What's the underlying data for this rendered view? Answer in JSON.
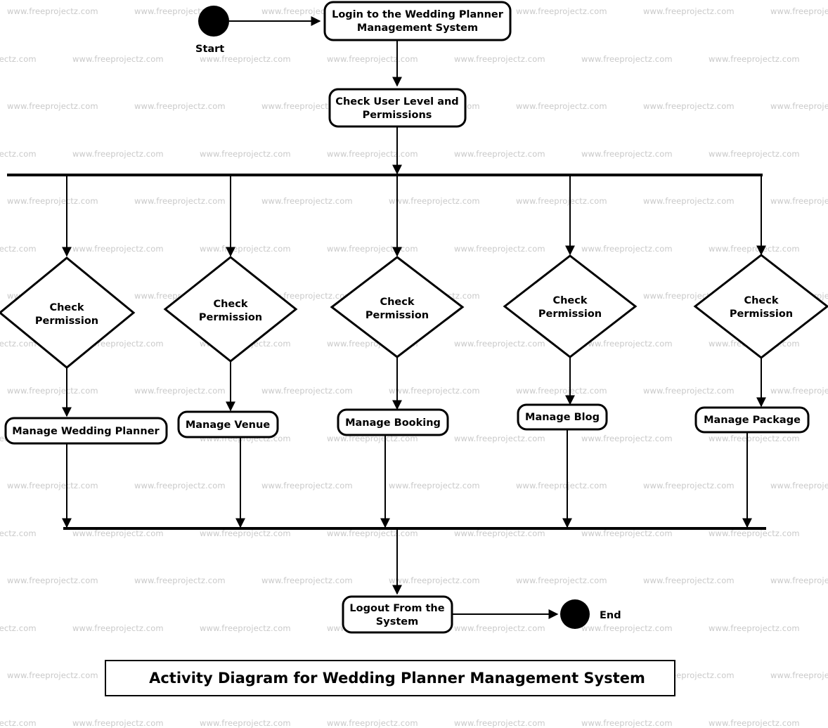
{
  "diagram": {
    "title": "Activity Diagram for Wedding Planner Management System",
    "watermark_text": "www.freeprojectz.com",
    "colors": {
      "stroke": "#000000",
      "fill": "#ffffff",
      "watermark": "#c9c9c9"
    },
    "start_node": {
      "label": "Start",
      "name": "start-node"
    },
    "end_node": {
      "label": "End",
      "name": "end-node"
    },
    "activities": {
      "login": "Login to the Wedding Planner Management System",
      "login_line1": "Login to the Wedding Planner",
      "login_line2": "Management System",
      "check_user": "Check User Level and Permissions",
      "check_user_line1": "Check User Level and",
      "check_user_line2": "Permissions",
      "logout": "Logout From the System",
      "logout_line1": "Logout From the",
      "logout_line2": "System"
    },
    "decisions": [
      {
        "id": "decision-1",
        "label": "Check Permission",
        "line1": "Check",
        "line2": "Permission"
      },
      {
        "id": "decision-2",
        "label": "Check Permission",
        "line1": "Check",
        "line2": "Permission"
      },
      {
        "id": "decision-3",
        "label": "Check Permission",
        "line1": "Check",
        "line2": "Permission"
      },
      {
        "id": "decision-4",
        "label": "Check Permission",
        "line1": "Check",
        "line2": "Permission"
      },
      {
        "id": "decision-5",
        "label": "Check Permission",
        "line1": "Check",
        "line2": "Permission"
      }
    ],
    "manage_activities": [
      {
        "id": "manage-wedding-planner",
        "label": "Manage Wedding Planner"
      },
      {
        "id": "manage-venue",
        "label": "Manage Venue"
      },
      {
        "id": "manage-booking",
        "label": "Manage Booking"
      },
      {
        "id": "manage-blog",
        "label": "Manage Blog"
      },
      {
        "id": "manage-package",
        "label": "Manage Package"
      }
    ],
    "bars": [
      {
        "id": "fork-bar",
        "type": "fork"
      },
      {
        "id": "join-bar",
        "type": "join"
      }
    ]
  }
}
